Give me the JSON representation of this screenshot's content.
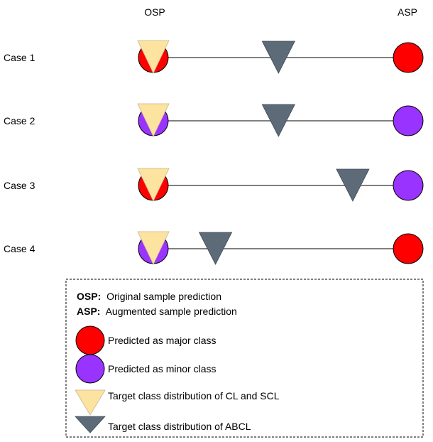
{
  "header": {
    "left_col": "OSP",
    "right_col": "ASP"
  },
  "colors": {
    "major": "#ff0000",
    "minor": "#9933ff",
    "cl_scl_triangle": "#fde3a0",
    "abcl_triangle": "#5d6b78",
    "line": "#000000"
  },
  "cases": [
    {
      "label": "Case 1",
      "osp_class": "major",
      "asp_class": "major",
      "abcl_position": 0.49
    },
    {
      "label": "Case 2",
      "osp_class": "minor",
      "asp_class": "minor",
      "abcl_position": 0.49
    },
    {
      "label": "Case 3",
      "osp_class": "major",
      "asp_class": "minor",
      "abcl_position": 0.82
    },
    {
      "label": "Case 4",
      "osp_class": "minor",
      "asp_class": "major",
      "abcl_position": 0.21
    }
  ],
  "legend": {
    "osp_key": "OSP:",
    "osp_text": "Original sample prediction",
    "asp_key": "ASP:",
    "asp_text": "Augmented sample prediction",
    "major_text": "Predicted as major class",
    "minor_text": "Predicted as minor class",
    "cl_scl_text": "Target class  distribution of CL and SCL",
    "abcl_text": "Target class  distribution of ABCL"
  }
}
